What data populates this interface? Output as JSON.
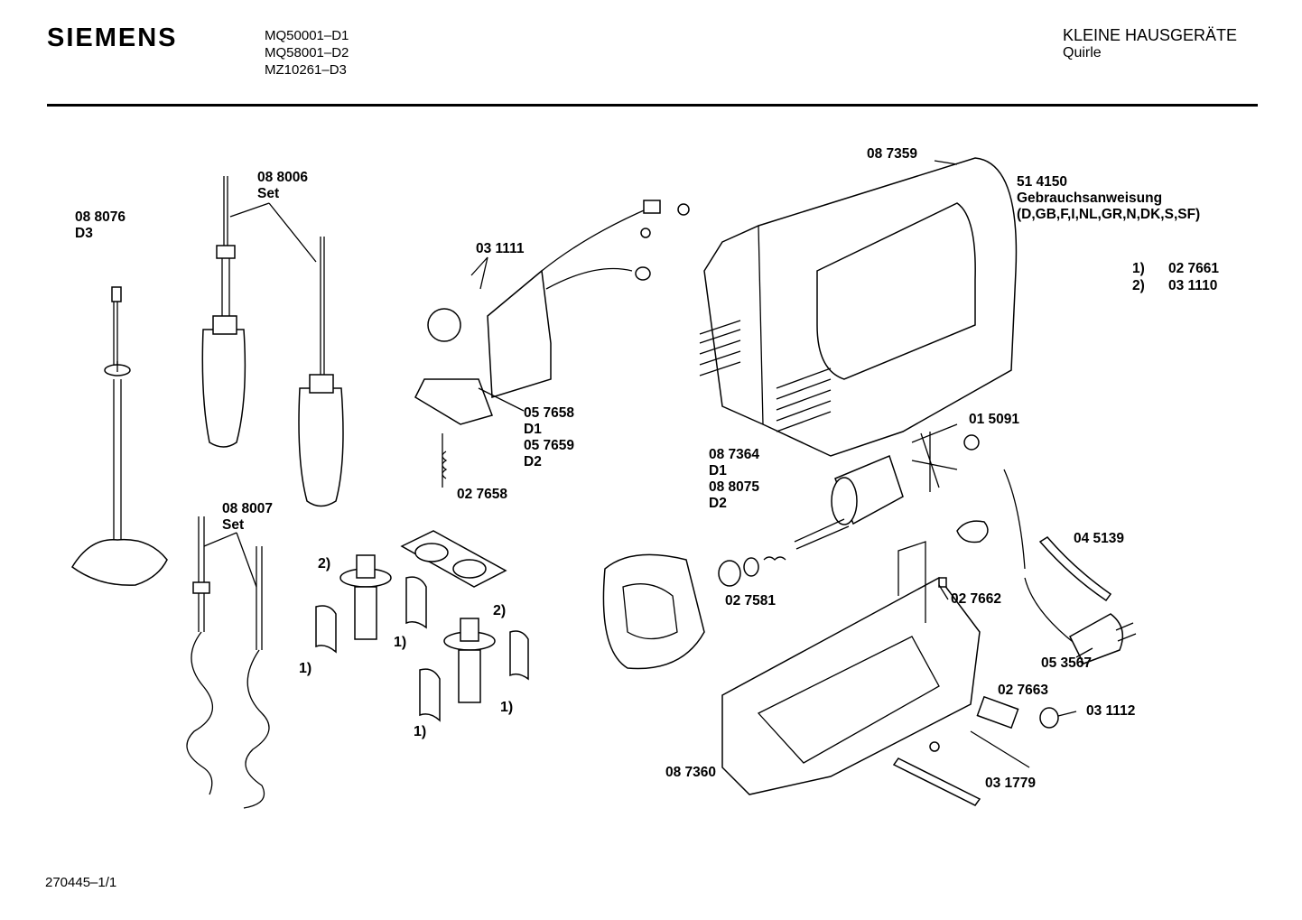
{
  "header": {
    "brand": "SIEMENS",
    "models": [
      "MQ50001–D1",
      "MQ58001–D2",
      "MZ10261–D3"
    ],
    "category": "KLEINE HAUSGERÄTE",
    "subcategory": "Quirle"
  },
  "footer": {
    "doc_id": "270445–1/1"
  },
  "legend": {
    "manual_number": "51 4150",
    "manual_title": "Gebrauchsanweisung",
    "manual_langs": "(D,GB,F,I,NL,GR,N,DK,S,SF)",
    "notes": [
      {
        "key": "1)",
        "value": "02 7661"
      },
      {
        "key": "2)",
        "value": "03 1110"
      }
    ]
  },
  "parts": [
    {
      "id": "p088076",
      "lines": [
        "08 8076",
        "D3"
      ]
    },
    {
      "id": "p088006",
      "lines": [
        "08 8006",
        "Set"
      ]
    },
    {
      "id": "p088007",
      "lines": [
        "08 8007",
        "Set"
      ]
    },
    {
      "id": "p031111",
      "lines": [
        "03 1111"
      ]
    },
    {
      "id": "p057658",
      "lines": [
        "05 7658",
        "D1",
        "05 7659",
        "D2"
      ]
    },
    {
      "id": "p027658",
      "lines": [
        "02 7658"
      ]
    },
    {
      "id": "p087359",
      "lines": [
        "08 7359"
      ]
    },
    {
      "id": "p015091",
      "lines": [
        "01 5091"
      ]
    },
    {
      "id": "p087364",
      "lines": [
        "08 7364",
        "D1",
        "08 8075",
        "D2"
      ]
    },
    {
      "id": "p027581",
      "lines": [
        "02 7581"
      ]
    },
    {
      "id": "p027662",
      "lines": [
        "02 7662"
      ]
    },
    {
      "id": "p045139",
      "lines": [
        "04 5139"
      ]
    },
    {
      "id": "p053567",
      "lines": [
        "05 3567"
      ]
    },
    {
      "id": "p027663",
      "lines": [
        "02 7663"
      ]
    },
    {
      "id": "p031112",
      "lines": [
        "03 1112"
      ]
    },
    {
      "id": "p087360",
      "lines": [
        "08 7360"
      ]
    },
    {
      "id": "p031779",
      "lines": [
        "03 1779"
      ]
    }
  ],
  "callouts": {
    "gear_top_2": "2)",
    "gear_mid_2": "2)",
    "sleeve_a_1": "1)",
    "sleeve_b_1": "1)",
    "sleeve_c_1": "1)",
    "sleeve_d_1": "1)"
  }
}
